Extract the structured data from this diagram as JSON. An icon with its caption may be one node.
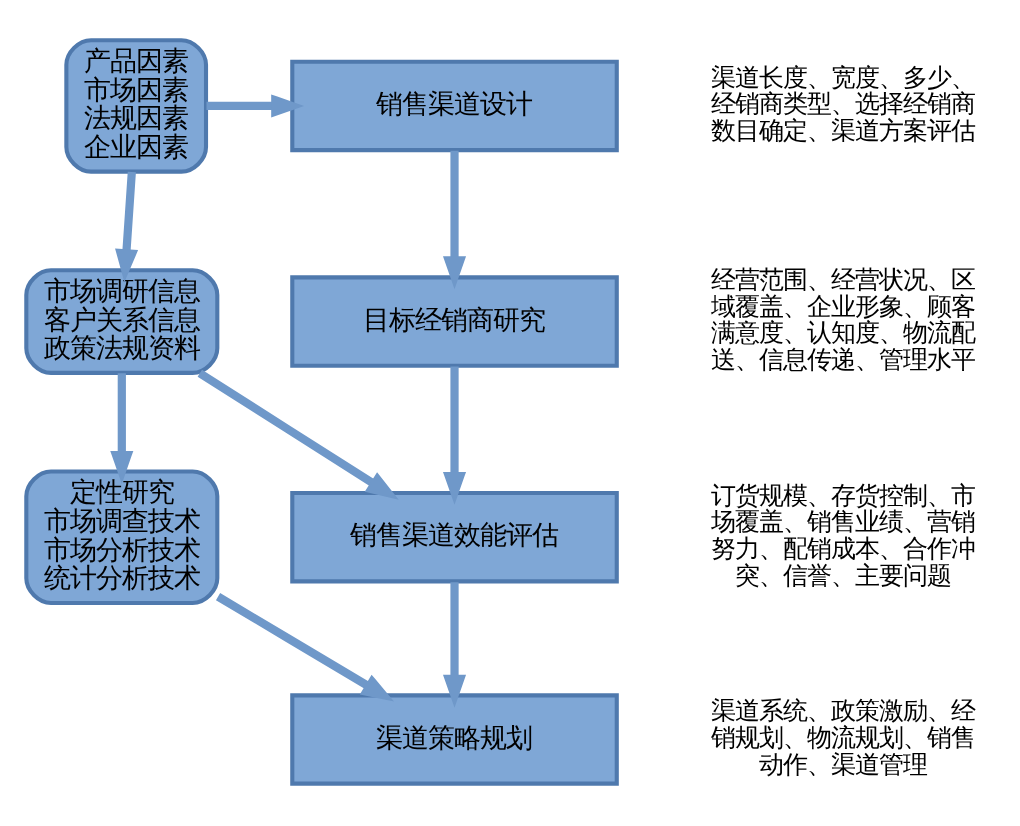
{
  "diagram": {
    "nodes": [
      {
        "text": [
          "产品因素",
          "市场因素",
          "法规因素",
          "企业因素"
        ]
      },
      {
        "text": [
          "销售渠道设计"
        ],
        "beside": [
          "渠道长度、宽度、多少、经销商类型、选择经销商数目确定、渠道方案评估"
        ]
      },
      {
        "text": [
          "市场调研信息",
          "客户关系信息",
          "政策法规资料"
        ]
      },
      {
        "text": [
          "目标经销商研究"
        ],
        "beside": [
          "经营范围、经营状况、区域覆盖、企业形象、顾客满意度、认知度、物流配送、信息传递、管理水平"
        ]
      },
      {
        "text": [
          "销售渠道效能评估"
        ],
        "beside": [
          "订货规模、存货控制、市场覆盖、销售业绩、营销努力、配销成本、合作冲突、信誉、主要问题"
        ]
      },
      {
        "text": [
          "定性研究",
          "市场调查技术",
          "市场分析技术",
          "统计分析技术"
        ]
      },
      {
        "text": [
          "渠道策略规划"
        ],
        "beside": [
          "渠道系统、政策激励、经销规划、物流规划、销售动作、渠道管理"
        ]
      }
    ],
    "edges": [
      {
        "from": 0,
        "to": 1,
        "arrow": "to"
      },
      {
        "from": 0,
        "to": 2,
        "arrow": "to"
      },
      {
        "from": 1,
        "to": 3,
        "arrow": "to"
      },
      {
        "from": 2,
        "to": 4,
        "arrow": "to"
      },
      {
        "from": 3,
        "to": 4,
        "arrow": "to"
      },
      {
        "from": 2,
        "to": 5,
        "arrow": "to"
      },
      {
        "from": 4,
        "to": 6,
        "arrow": "to"
      },
      {
        "from": 5,
        "to": 6,
        "arrow": "to"
      }
    ]
  }
}
